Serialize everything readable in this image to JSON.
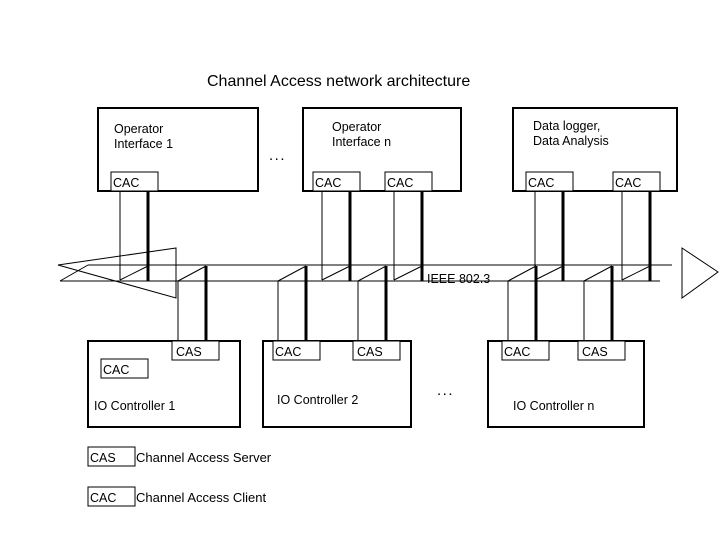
{
  "title": "Channel Access network architecture",
  "bus": {
    "label": "IEEE 802.3",
    "left_arrow_icon": "arrow-left-icon",
    "right_arrow_icon": "arrow-right-icon"
  },
  "ellipsis": {
    "top": "...",
    "bottom": "..."
  },
  "top_nodes": [
    {
      "id": "operator-interface-1",
      "line1": "Operator",
      "line2": "Interface 1",
      "tags": [
        "CAC"
      ]
    },
    {
      "id": "operator-interface-n",
      "line1": "Operator",
      "line2": "Interface n",
      "tags": [
        "CAC",
        "CAC"
      ]
    },
    {
      "id": "data-logger-analysis",
      "line1": "Data logger,",
      "line2": "Data Analysis",
      "tags": [
        "CAC",
        "CAC"
      ]
    }
  ],
  "bottom_nodes": [
    {
      "id": "io-controller-1",
      "label": "IO Controller 1",
      "top_tags": [
        "CAS"
      ],
      "inner_tags": [
        "CAC"
      ]
    },
    {
      "id": "io-controller-2",
      "label": "IO Controller 2",
      "top_tags": [
        "CAC",
        "CAS"
      ],
      "inner_tags": []
    },
    {
      "id": "io-controller-n",
      "label": "IO Controller n",
      "top_tags": [
        "CAC",
        "CAS"
      ],
      "inner_tags": []
    }
  ],
  "legend": [
    {
      "tag": "CAS",
      "text": "Channel Access Server"
    },
    {
      "tag": "CAC",
      "text": "Channel Access Client"
    }
  ],
  "colors": {
    "stroke": "#000000",
    "background": "#ffffff",
    "text": "#000000"
  }
}
